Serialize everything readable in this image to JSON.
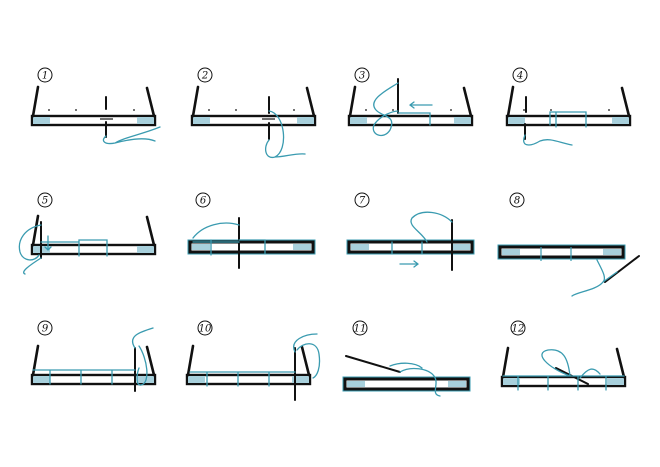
{
  "title": "Sewing steps diagram",
  "colors": {
    "thread": "#3a9bb0",
    "cover_end": "#a8d0dc",
    "outline": "#111111"
  },
  "steps": [
    {
      "label": "1"
    },
    {
      "label": "2"
    },
    {
      "label": "3"
    },
    {
      "label": "4"
    },
    {
      "label": "5"
    },
    {
      "label": "6"
    },
    {
      "label": "7"
    },
    {
      "label": "8"
    },
    {
      "label": "9"
    },
    {
      "label": "10"
    },
    {
      "label": "11"
    },
    {
      "label": "12"
    }
  ]
}
